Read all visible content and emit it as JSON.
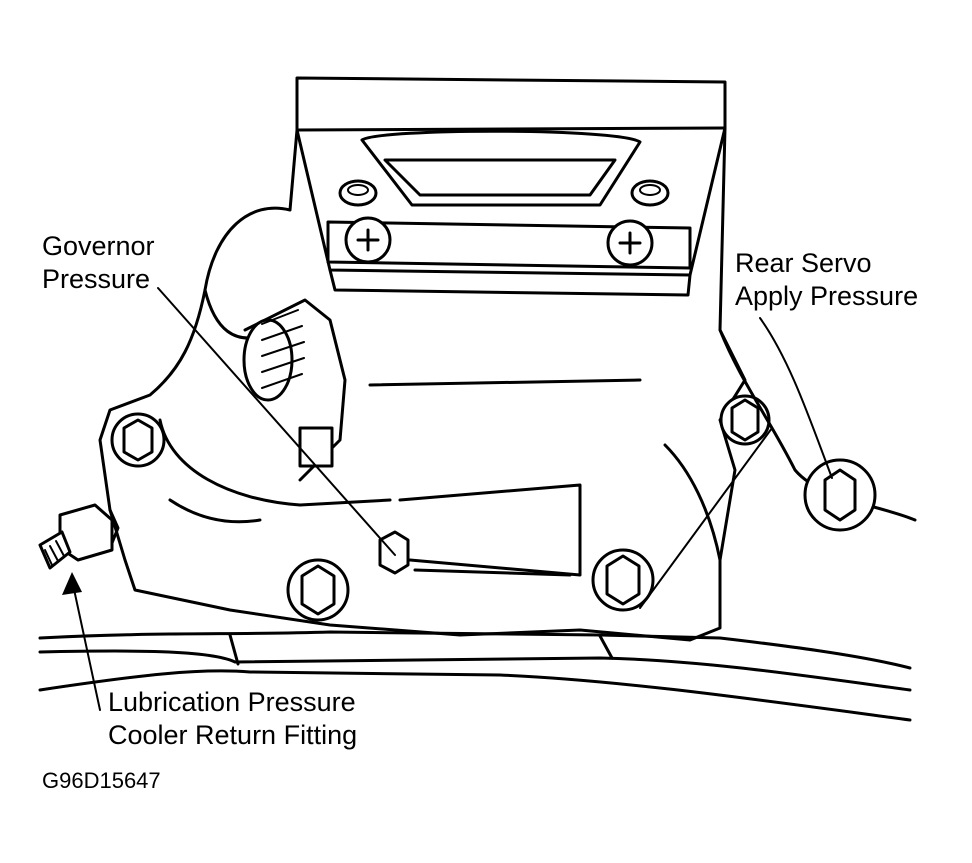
{
  "labels": {
    "governor": [
      "Governor",
      "Pressure"
    ],
    "rear_servo": [
      "Rear Servo",
      "Apply Pressure"
    ],
    "lubrication": [
      "Lubrication Pressure",
      "Cooler Return Fitting"
    ]
  },
  "figure_id": "G96D15647",
  "colors": {
    "ink": "#000000",
    "paper": "#ffffff"
  }
}
